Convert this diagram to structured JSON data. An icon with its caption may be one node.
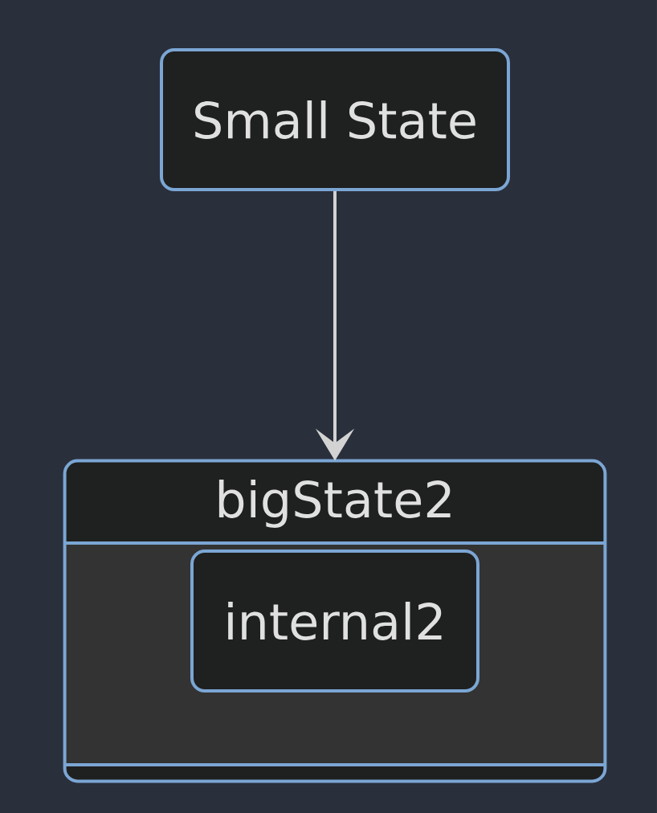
{
  "diagram": {
    "nodes": [
      {
        "text": [
          "Small State"
        ]
      },
      {
        "text": [
          "bigState2"
        ]
      },
      {
        "text": [
          "internal2"
        ],
        "in": 1
      }
    ],
    "edges": [
      {
        "from": 0,
        "to": 1,
        "arrow": "to"
      }
    ]
  }
}
